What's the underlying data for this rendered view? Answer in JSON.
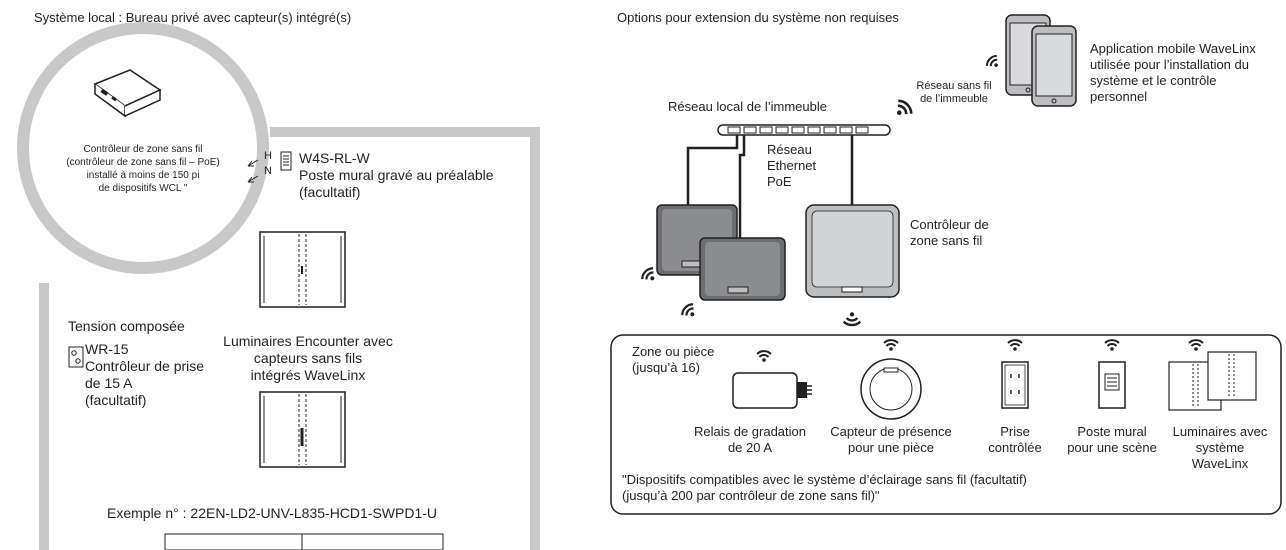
{
  "left": {
    "title": "Système local : Bureau privé avec capteur(s) intégré(s)",
    "controller_circle_text": "Contrôleur de zone sans fil\n(contrôleur de zone sans fil – PoE)\ninstallé à moins de 150 pi\nde dispositifs WCL \"",
    "switch_h": "H",
    "switch_n": "N",
    "wallstation_model": "W4S-RL-W",
    "wallstation_desc": "Poste mural gravé au préalable\n(facultatif)",
    "tension_label": "Tension composée",
    "receptacle_model": "WR-15",
    "receptacle_desc": "Contrôleur de prise\nde 15 A\n(facultatif)",
    "luminaires_label": "Luminaires Encounter avec\ncapteurs sans fils\nintégrés WaveLinx",
    "example": "Exemple n° : 22EN-LD2-UNV-L835-HCD1-SWPD1-U"
  },
  "right": {
    "title": "Options pour extension du système non requises",
    "mobile_app": "Application mobile WaveLinx\nutilisée pour l’installation du\nsystème et le contrôle\npersonnel",
    "wireless_network": "Réseau sans fil\nde l’immeuble",
    "local_network": "Réseau local de l’immeuble",
    "poe_label": "Réseau\nEthernet\nPoE",
    "controller_label": "Contrôleur de\nzone sans fil",
    "zone_label": "Zone ou pièce\n(jusqu’à 16)",
    "devices": [
      {
        "label": "Relais de gradation\nde 20 A",
        "icon": "relay-icon"
      },
      {
        "label": "Capteur de présence\npour une pièce",
        "icon": "occupancy-sensor-icon"
      },
      {
        "label": "Prise\ncontrôlée",
        "icon": "receptacle-icon"
      },
      {
        "label": "Poste mural\npour une scène",
        "icon": "wall-station-icon"
      },
      {
        "label": "Luminaires avec\nsystème\nWaveLinx",
        "icon": "luminaire-icon"
      }
    ],
    "compatible_note": "\"Dispositifs compatibles avec le système d’éclairage sans fil (facultatif)\n(jusqu’à 200 par contrôleur de zone sans fil)\""
  },
  "colors": {
    "wall_gray": "#c8c8c8",
    "device_gray": "#bcbec0",
    "ink": "#231f20"
  }
}
